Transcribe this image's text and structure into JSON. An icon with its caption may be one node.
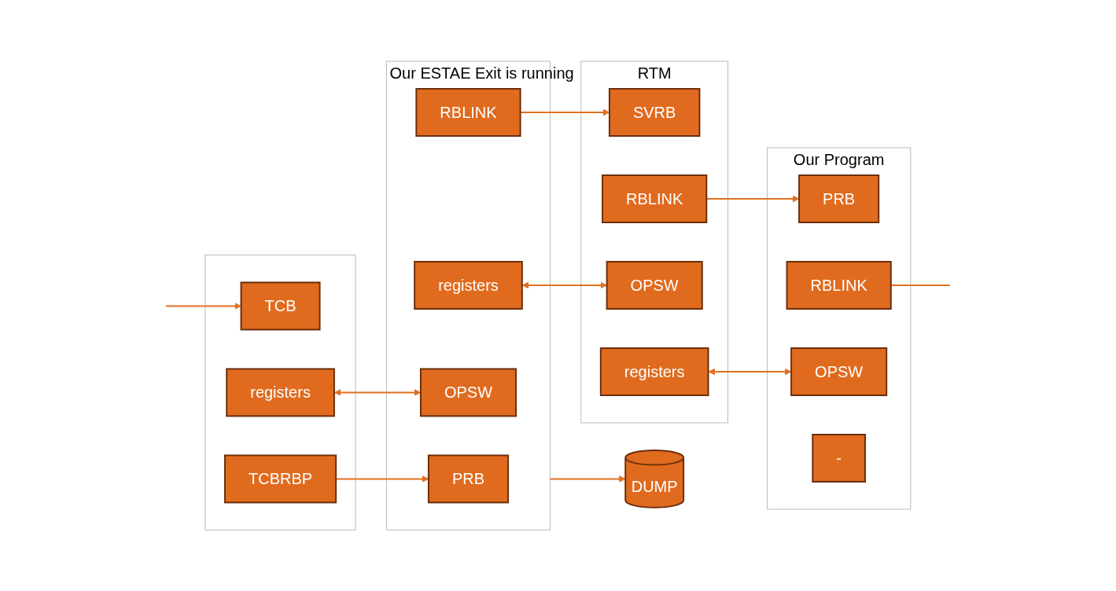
{
  "diagram": {
    "nodes": [
      {
        "text": [],
        "shape": "box"
      },
      {
        "text": [
          "TCB"
        ],
        "in": 0
      },
      {
        "text": [
          "TCBRBP"
        ],
        "in": 0
      },
      {
        "text": [
          "registers"
        ],
        "in": 0
      },
      {
        "text": [
          "Our ESTAE Exit is running"
        ]
      },
      {
        "text": [
          "PRB"
        ],
        "in": 4
      },
      {
        "text": [
          "RBLINK"
        ],
        "in": 4
      },
      {
        "text": [
          "OPSW"
        ],
        "in": 4
      },
      {
        "text": [
          "registers"
        ],
        "in": 4
      },
      {
        "text": [
          "RTM"
        ]
      },
      {
        "text": [
          "SVRB"
        ],
        "in": 9
      },
      {
        "text": [
          "RBLINK"
        ],
        "in": 9
      },
      {
        "text": [
          "OPSW"
        ],
        "in": 9
      },
      {
        "text": [
          "registers"
        ],
        "in": 9
      },
      {
        "text": [
          "Our Program"
        ]
      },
      {
        "text": [
          "PRB"
        ],
        "in": 14
      },
      {
        "text": [
          "RBLINK"
        ],
        "in": 14
      },
      {
        "text": [
          "OPSW"
        ],
        "in": 14
      },
      {
        "text": [
          "-"
        ],
        "in": 14
      },
      {
        "text": [
          "DUMP"
        ]
      }
    ],
    "edges": [
      {
        "from": 2,
        "to": 5,
        "arrow": "to"
      },
      {
        "from": 6,
        "to": 10,
        "arrow": "to"
      },
      {
        "from": 11,
        "to": 15,
        "arrow": "to"
      },
      {
        "from": 16,
        "to": null,
        "arrow": "none"
      },
      {
        "from": null,
        "to": 1,
        "arrow": "to"
      },
      {
        "from": 3,
        "to": 7,
        "arrow": "both"
      },
      {
        "from": 8,
        "to": 12,
        "arrow": "both"
      },
      {
        "from": 13,
        "to": 17,
        "arrow": "both"
      },
      {
        "from": 4,
        "to": 19,
        "arrow": "to"
      }
    ]
  }
}
